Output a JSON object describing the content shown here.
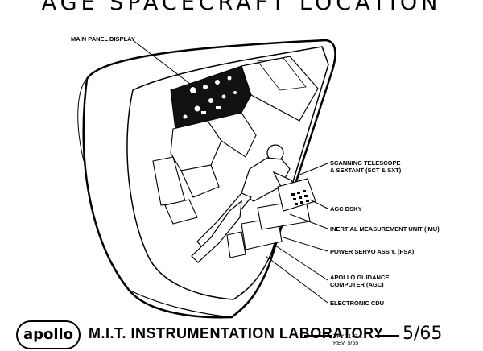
{
  "title": "AGE SPACECRAFT LOCATION",
  "labels": {
    "main_panel": "MAIN PANEL DISPLAY",
    "telescope_1": "SCANNING TELESCOPE",
    "telescope_2": "& SEXTANT (SCT & SXT)",
    "dsky": "AGC DSKY",
    "imu": "INERTIAL MEASUREMENT UNIT (IMU)",
    "psa": "POWER SERVO ASS'Y. (PSA)",
    "agc_1": "APOLLO GUIDANCE",
    "agc_2": "COMPUTER (AGC)",
    "cdu": "ELECTRONIC CDU"
  },
  "footer": {
    "logo": "apollo",
    "lab": "M.I.T. INSTRUMENTATION LABORATORY",
    "ref_1": "TP# 7147-1",
    "ref_2": "REV. 5/65",
    "date": "5/65"
  }
}
